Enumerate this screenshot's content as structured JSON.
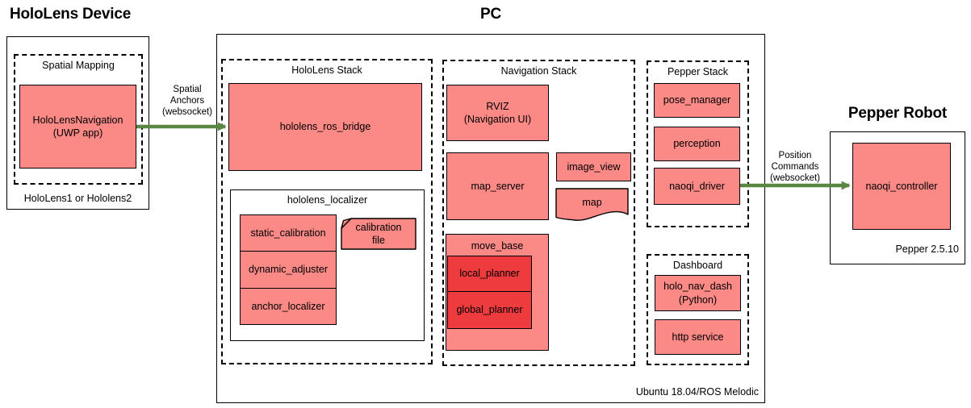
{
  "colors": {
    "node": "#FB8986",
    "node_dark": "#EE3B3D",
    "arrow": "#5A8741"
  },
  "titles": {
    "hololens_device": "HoloLens Device",
    "pc": "PC",
    "pepper_robot": "Pepper Robot"
  },
  "hololens_device": {
    "group_label": "Spatial Mapping",
    "app_node": "HoloLensNavigation\n(UWP app)",
    "caption": "HoloLens1 or Hololens2"
  },
  "pc": {
    "hololens_stack": {
      "label": "HoloLens Stack",
      "ros_bridge": "hololens_ros_bridge",
      "localizer": {
        "label": "hololens_localizer",
        "nodes": [
          "static_calibration",
          "dynamic_adjuster",
          "anchor_localizer"
        ],
        "calibration_file": "calibration\nfile"
      }
    },
    "navigation_stack": {
      "label": "Navigation Stack",
      "rviz": "RVIZ\n(Navigation UI)",
      "map_server": "map_server",
      "image_view": "image_view",
      "map": "map",
      "move_base": {
        "label": "move_base",
        "local_planner": "local_planner",
        "global_planner": "global_planner"
      }
    },
    "pepper_stack": {
      "label": "Pepper Stack",
      "nodes": [
        "pose_manager",
        "perception",
        "naoqi_driver"
      ]
    },
    "dashboard": {
      "label": "Dashboard",
      "holo_nav_dash": "holo_nav_dash\n(Python)",
      "http_service": "http service"
    },
    "footer": "Ubuntu 18.04/ROS Melodic"
  },
  "pepper_robot": {
    "controller_node": "naoqi_controller",
    "caption": "Pepper 2.5.10"
  },
  "arrows": {
    "spatial_anchors": "Spatial\nAnchors\n(websocket)",
    "position_commands": "Position\nCommands\n(websocket)"
  }
}
